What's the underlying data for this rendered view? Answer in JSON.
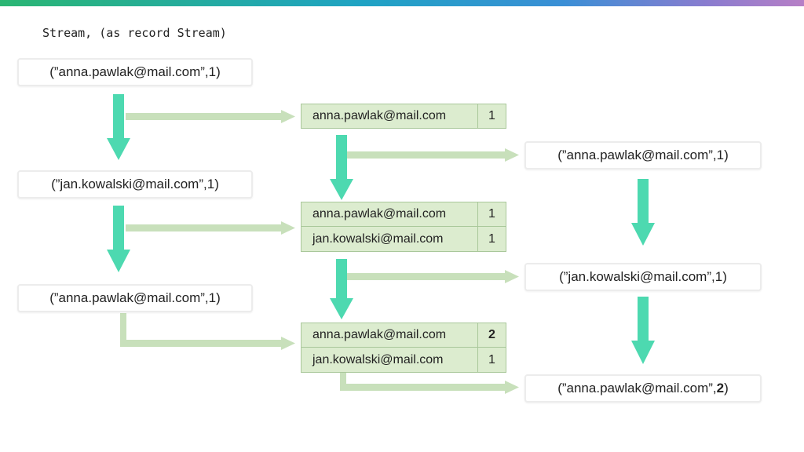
{
  "header": {
    "code_label": "Stream, (as record Stream)"
  },
  "input_stream": [
    {
      "prefix": "(”anna.pawlak@mail.com”,",
      "count": "1",
      "suffix": ")"
    },
    {
      "prefix": "(”jan.kowalski@mail.com”,",
      "count": "1",
      "suffix": ")"
    },
    {
      "prefix": "(”anna.pawlak@mail.com”,",
      "count": "1",
      "suffix": ")"
    }
  ],
  "states": [
    {
      "rows": [
        {
          "key": "anna.pawlak@mail.com",
          "count": "1"
        }
      ]
    },
    {
      "rows": [
        {
          "key": "anna.pawlak@mail.com",
          "count": "1"
        },
        {
          "key": "jan.kowalski@mail.com",
          "count": "1"
        }
      ]
    },
    {
      "rows": [
        {
          "key": "anna.pawlak@mail.com",
          "count": "2"
        },
        {
          "key": "jan.kowalski@mail.com",
          "count": "1"
        }
      ]
    }
  ],
  "output_stream": [
    {
      "prefix": "(”anna.pawlak@mail.com”,",
      "count": "1",
      "suffix": ")"
    },
    {
      "prefix": "(”jan.kowalski@mail.com”,",
      "count": "1",
      "suffix": ")"
    },
    {
      "prefix": "(”anna.pawlak@mail.com”,",
      "count": "2",
      "suffix": ")"
    }
  ],
  "colors": {
    "down_arrow": "#4dd9b0",
    "flow_arrow": "#c8e0bb",
    "state_fill": "#dceccf",
    "state_border": "#a9c79a"
  }
}
